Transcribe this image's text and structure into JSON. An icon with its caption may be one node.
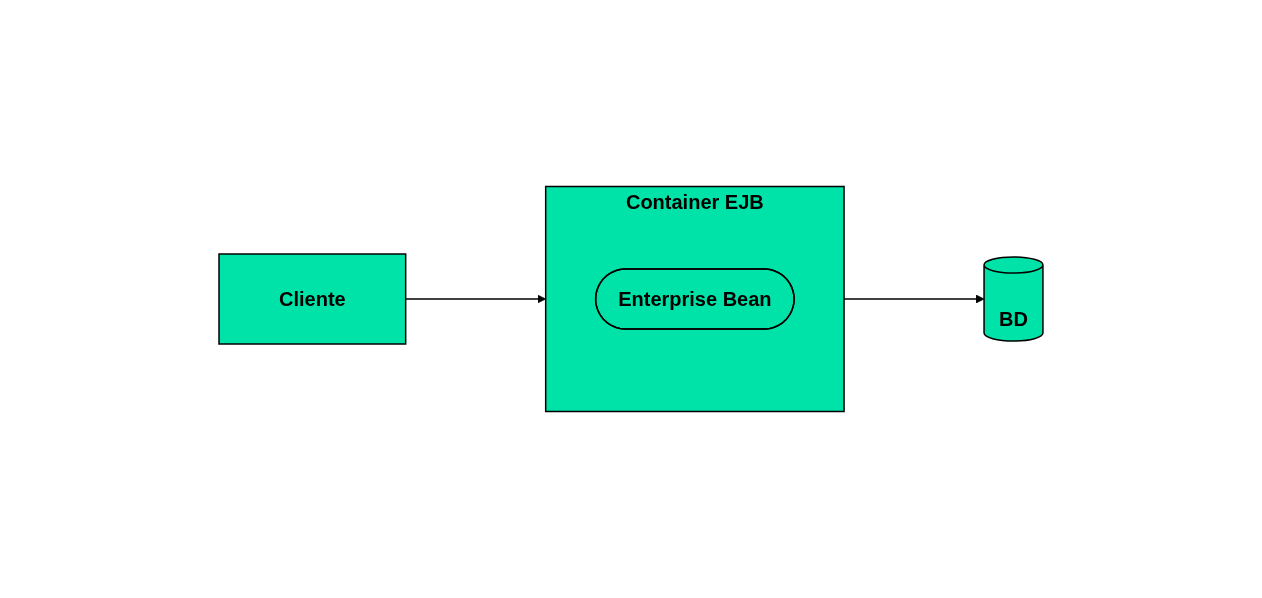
{
  "diagram": {
    "nodes": [
      {
        "text": [
          "Cliente"
        ]
      },
      {
        "text": [
          "Container EJB"
        ]
      },
      {
        "text": [
          "Enterprise Bean"
        ],
        "in": 1
      },
      {
        "text": [
          "BD"
        ]
      }
    ],
    "edges": [
      {
        "from": 0,
        "to": 1,
        "arrow": "to"
      },
      {
        "from": 1,
        "to": 3,
        "arrow": "to"
      }
    ]
  }
}
